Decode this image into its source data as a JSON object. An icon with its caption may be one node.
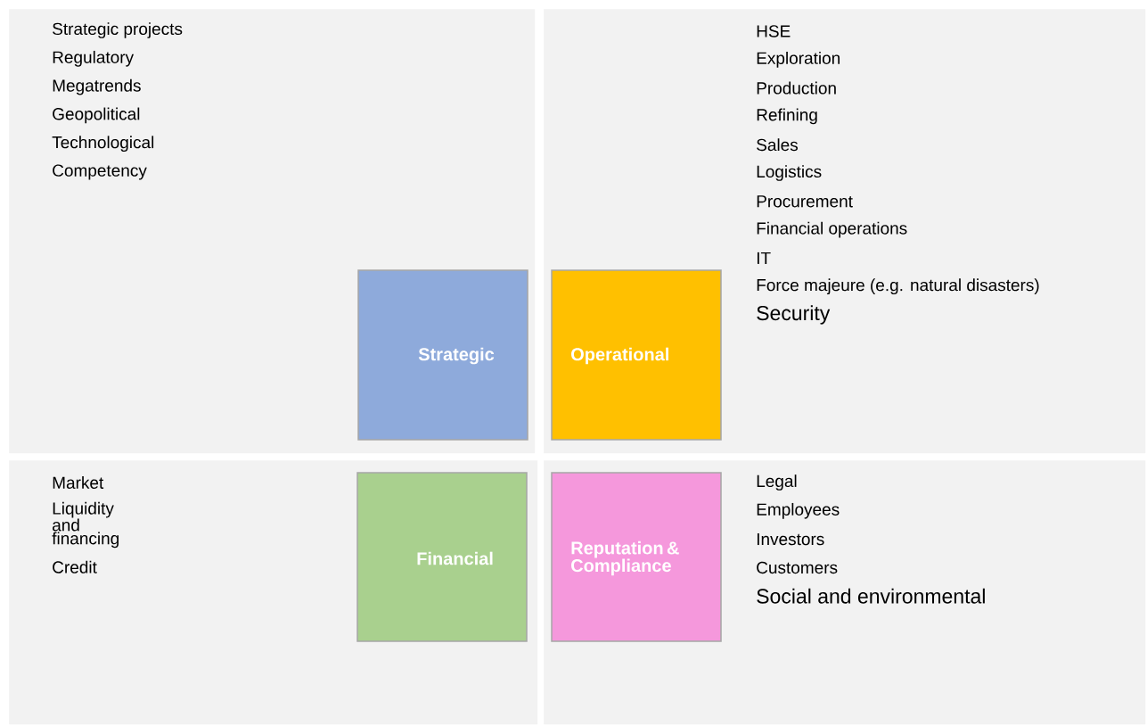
{
  "diagram": {
    "nodes": [
      {
        "text": [
          "Strategic projects",
          "Regulatory",
          "Megatrends",
          "Geopolitical",
          "Technological",
          "Competency"
        ]
      },
      {
        "text": [
          "Strategic"
        ],
        "in": 0
      },
      {
        "text": [
          "HSE",
          "Exploration",
          "Production",
          "Refining",
          "Sales",
          "Logistics",
          "Procurement",
          "Financial operations",
          "IT",
          "Force majeure (e.g. natural disasters)",
          "Security"
        ]
      },
      {
        "text": [
          "Operational"
        ],
        "in": 2
      },
      {
        "text": [
          "Market",
          "Liquidity and financing",
          "Credit"
        ]
      },
      {
        "text": [
          "Financial"
        ],
        "in": 4
      },
      {
        "text": [
          "Legal",
          "Employees",
          "Investors",
          "Customers",
          "Social and environmental"
        ]
      },
      {
        "text": [
          "Reputation & Compliance"
        ],
        "in": 6
      }
    ],
    "edges": []
  }
}
